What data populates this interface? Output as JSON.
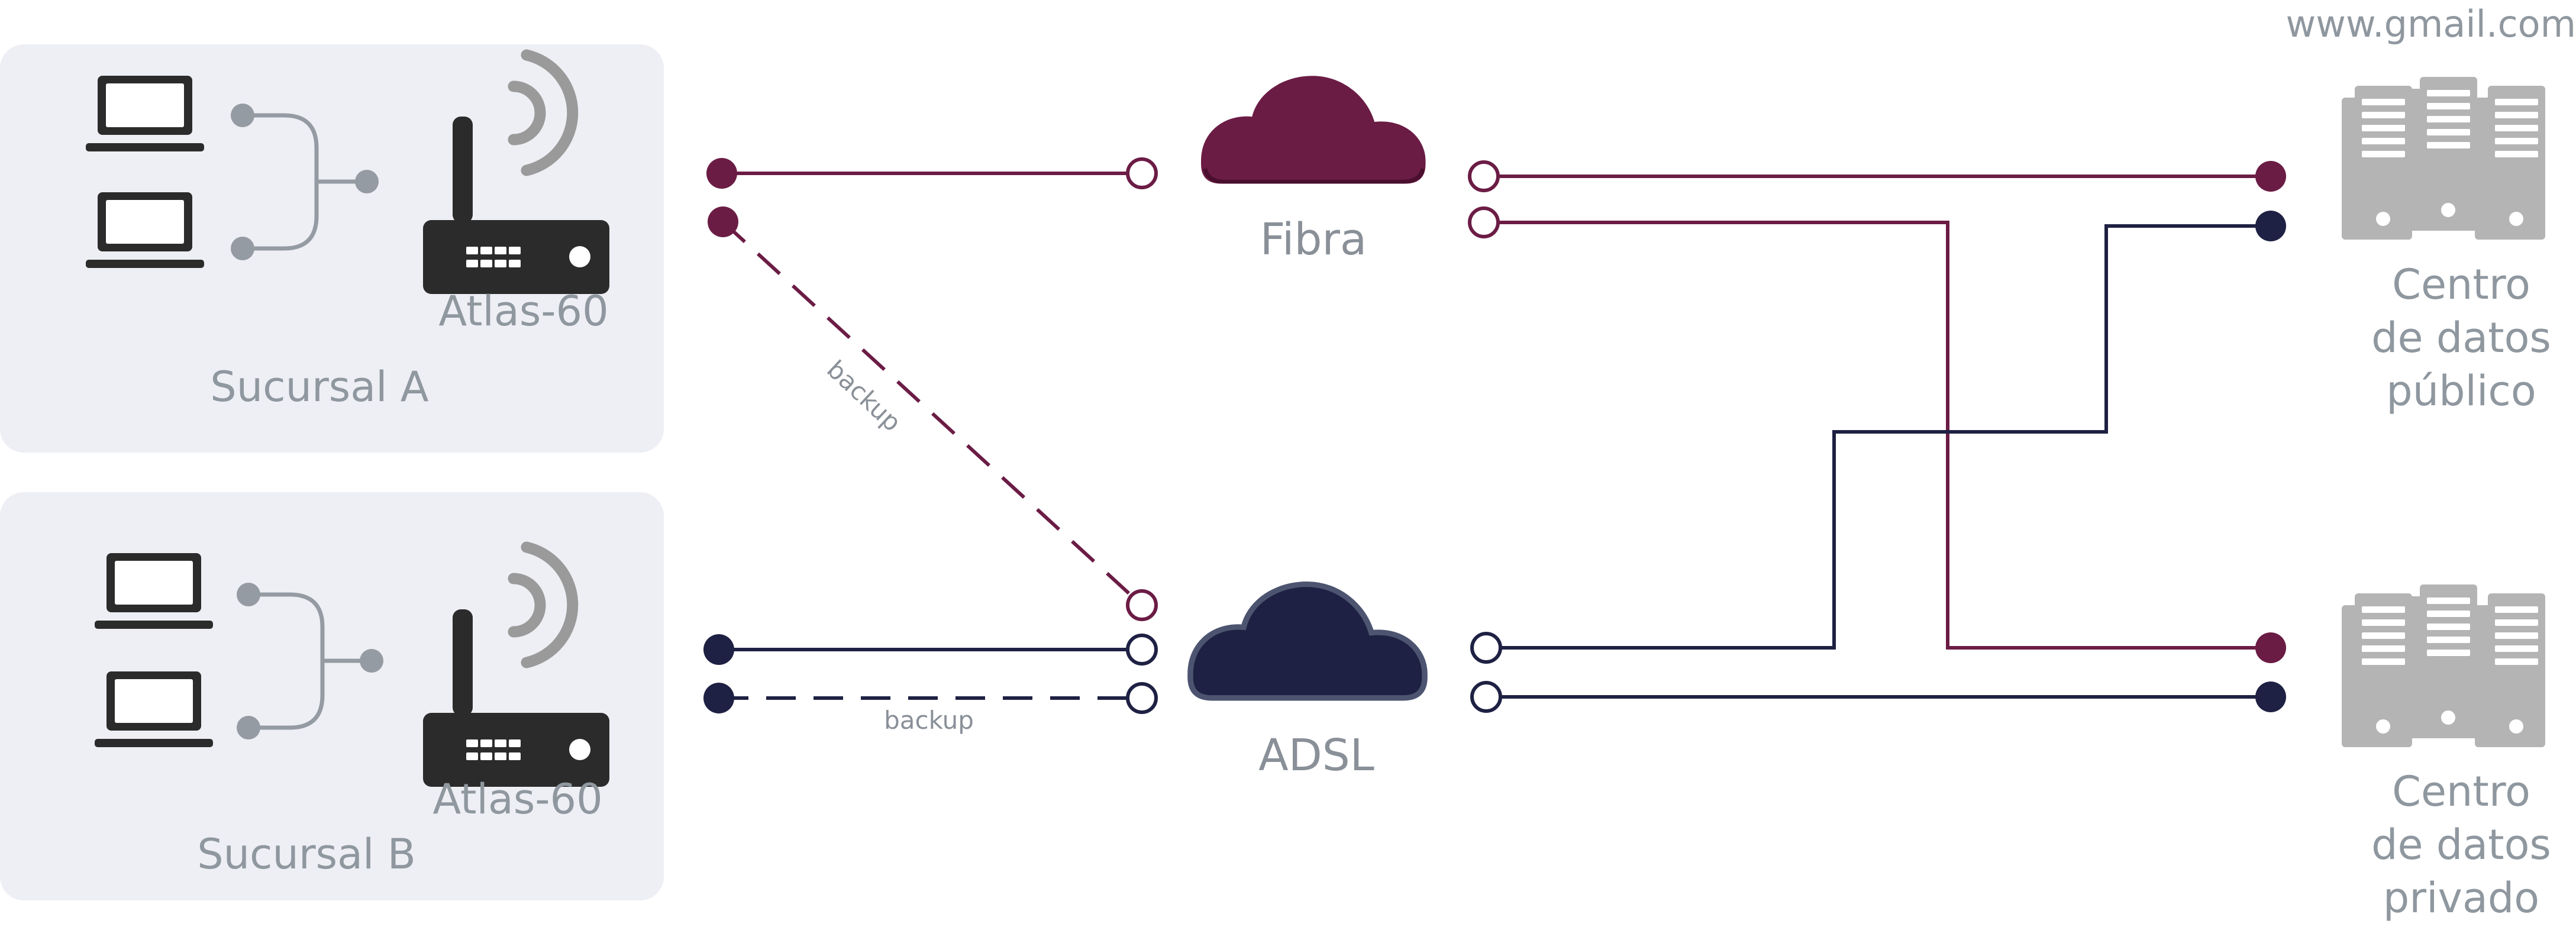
{
  "colors": {
    "fibra": "#6b1c45",
    "adsl": "#1e2143",
    "branch_bg": "#eeeff4",
    "device": "#2b2b2b",
    "server": "#b4b4b4",
    "text": "#8f979f"
  },
  "branches": [
    {
      "name": "Sucursal A",
      "router_label": "Atlas-60"
    },
    {
      "name": "Sucursal B",
      "router_label": "Atlas-60"
    }
  ],
  "networks": {
    "fibra_label": "Fibra",
    "adsl_label": "ADSL"
  },
  "backup_labels": [
    "backup",
    "backup"
  ],
  "datacenters": {
    "url": "www.gmail.com",
    "public": [
      "Centro",
      "de datos",
      "público"
    ],
    "private": [
      "Centro",
      "de datos",
      "privado"
    ]
  },
  "icons": [
    "laptop-icon",
    "router-icon",
    "cloud-icon",
    "server-icon",
    "wifi-icon"
  ]
}
